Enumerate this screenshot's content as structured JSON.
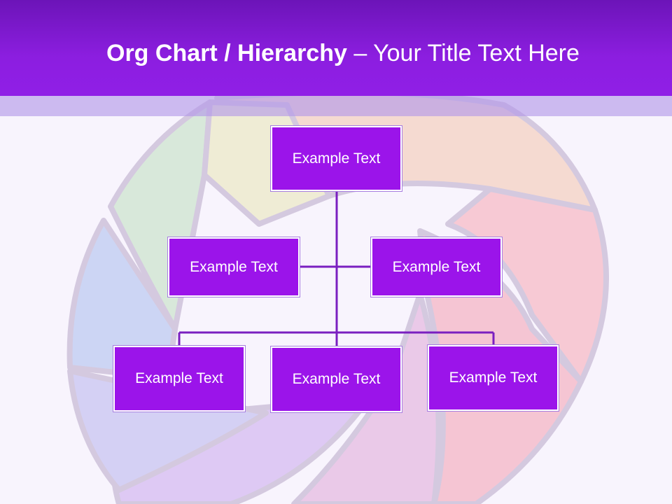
{
  "slide": {
    "title_bold": "Org Chart / Hierarchy",
    "title_rest": " – Your Title Text Here"
  },
  "org_chart": {
    "root": {
      "label": "Example Text"
    },
    "level2": [
      {
        "label": "Example Text"
      },
      {
        "label": "Example Text"
      }
    ],
    "level3": [
      {
        "label": "Example Text"
      },
      {
        "label": "Example Text"
      },
      {
        "label": "Example Text"
      }
    ]
  },
  "colors": {
    "header": "#8c1ee0",
    "box_fill": "#9b14ea",
    "connector": "#7a1fc0",
    "backdrop_segments": [
      "#f4c6ae",
      "#f7a6b4",
      "#f49fb2",
      "#dfa6d8",
      "#c9a6ee",
      "#b7b4ee",
      "#a9bdee",
      "#bfe0bf",
      "#e9e6b6"
    ]
  }
}
